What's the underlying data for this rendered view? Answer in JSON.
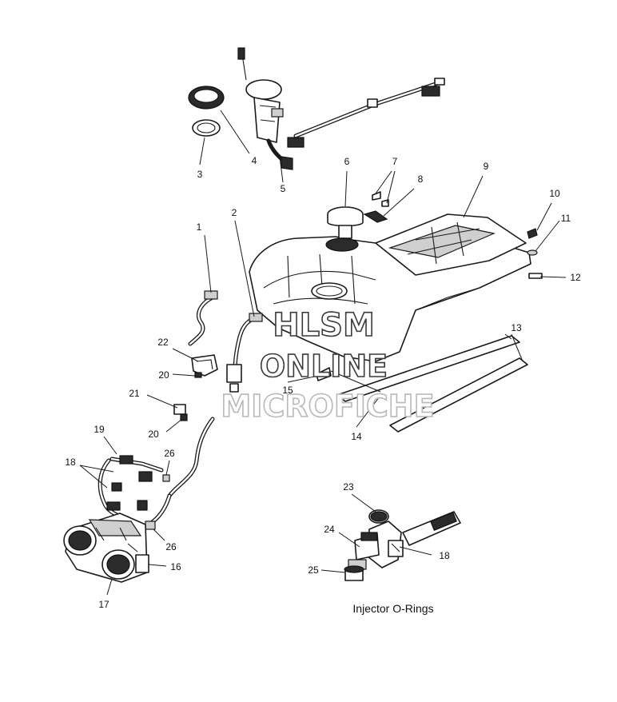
{
  "callouts": [
    "1",
    "2",
    "3",
    "4",
    "5",
    "6",
    "7",
    "8",
    "9",
    "10",
    "11",
    "12",
    "13",
    "14",
    "15",
    "16",
    "17",
    "18",
    "19",
    "20",
    "20",
    "21",
    "22",
    "23",
    "24",
    "25",
    "26",
    "26",
    "18"
  ],
  "watermark": {
    "line1": "HLSM",
    "line2": "ONLINE",
    "line3": "MICROFICHE"
  },
  "caption": "Injector O-Rings"
}
